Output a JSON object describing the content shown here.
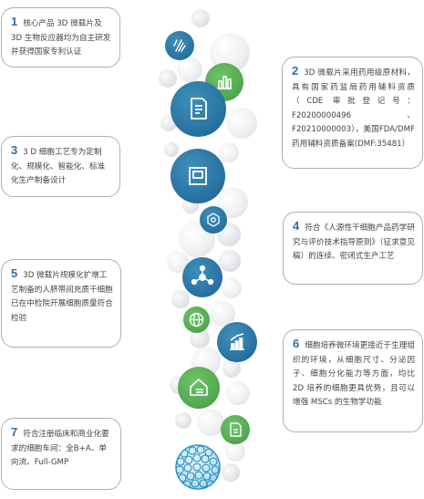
{
  "colors": {
    "blue": "#2a75a3",
    "green": "#55ac52",
    "number": "#2f6fa5"
  },
  "cards": [
    {
      "number": "1",
      "text": "核心产品 3D 微载片及3D 生物反应器均为自主研发并获得国家专利认证"
    },
    {
      "number": "2",
      "text": "3D 微载片采用药用级原材料，具有国家药监局药用辅料资质（CDE 审批登记号： F20200000496、F20210000003），美国FDA/DMF 药用辅料资质备案(DMF:35481）"
    },
    {
      "number": "3",
      "text": "3 D 细胞工艺专为定制化、规模化、智能化、标准化生产制备设计"
    },
    {
      "number": "4",
      "text": "符合《人源性干细胞产品药学研究与评价技术指导原则》（征求意见稿）的连续、密闭式生产工艺"
    },
    {
      "number": "5",
      "text": "3D 微载片规模化扩增工艺制备的人脐带间充质干细胞已在中检院开展细胞质量符合检验"
    },
    {
      "number": "6",
      "text": "细胞培养微环境更接近于生理组织的环境，从细胞尺寸、分泌因子、细胞分化能力等方面，均比 2D 培养的细胞更具优势，且可以增强 MSCs 的生物学功能"
    },
    {
      "number": "7",
      "text": "符合注册临床和商业化要求的细胞车间：全B+A、单向流、Full-GMP"
    }
  ],
  "icons": {
    "a": "microcarrier-icon",
    "b": "bar-chart-icon",
    "c": "document-icon",
    "d": "frame-icon",
    "e": "molecule-icon",
    "f": "network-icon",
    "g": "globe-icon",
    "h": "growth-chart-icon",
    "i": "home-icon",
    "j": "file-icon",
    "k": "cell-sphere-icon"
  }
}
